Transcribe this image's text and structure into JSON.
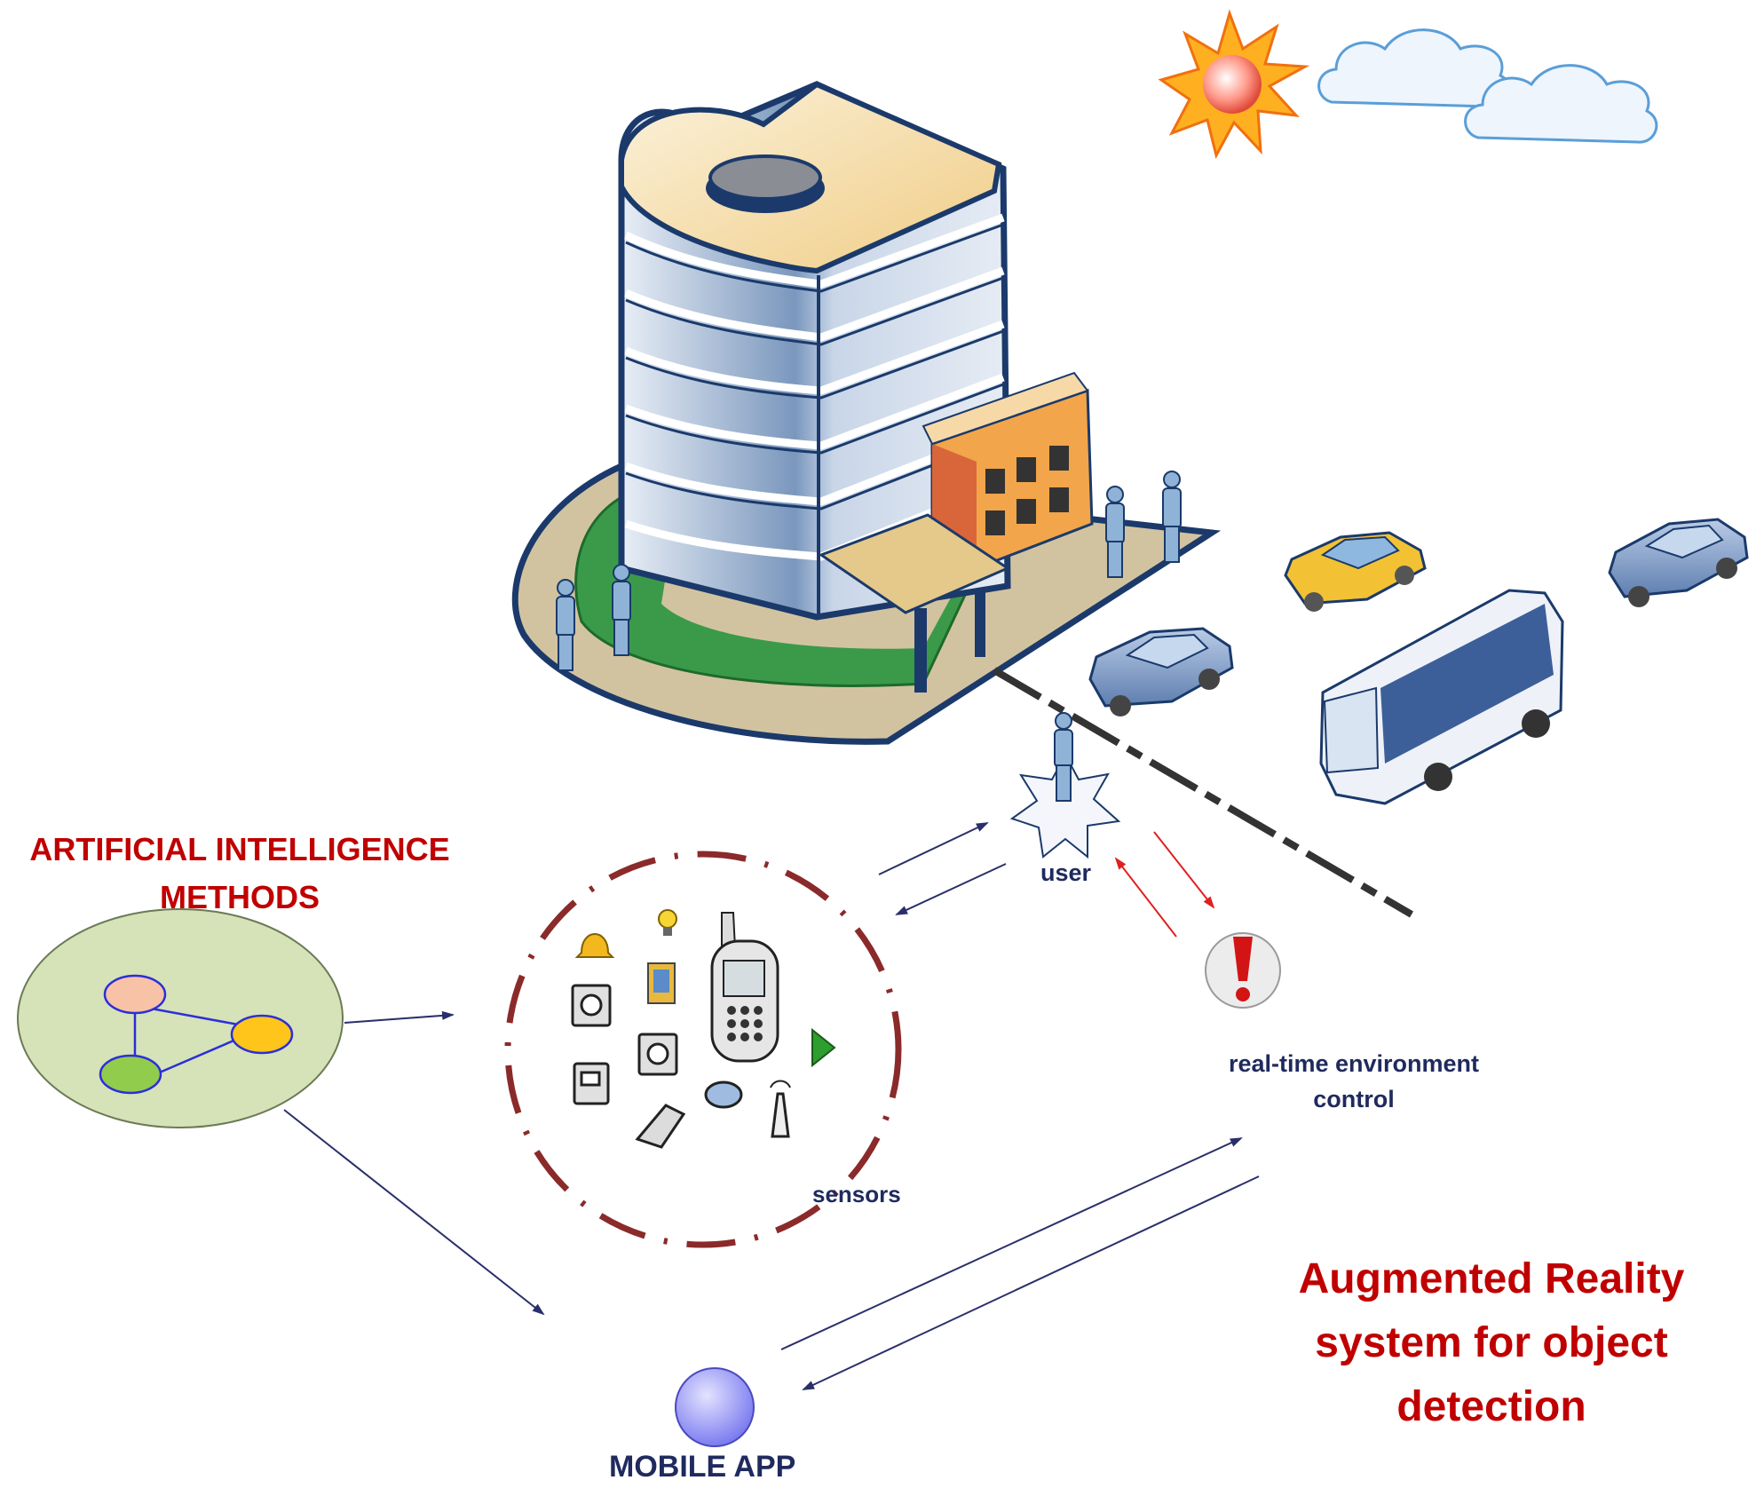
{
  "diagram": {
    "title": "Augmented Reality system for object detection",
    "title_lines": [
      "Augmented Reality",
      "system for object",
      "detection"
    ],
    "ai_methods_lines": [
      "ARTIFICIAL INTELLIGENCE",
      "METHODS"
    ],
    "user_label": "user",
    "sensors_label": "sensors",
    "control_lines": [
      "real-time environment",
      "control"
    ],
    "mobile_app_label": "MOBILE APP",
    "alert_mark": "!",
    "colors": {
      "title_red": "#c00000",
      "label_navy": "#1f2a5e",
      "arrow_navy": "#2a2f6b",
      "arrow_red": "#e02020",
      "sensor_ring": "#8b2a2a",
      "ai_ellipse": "#d6e2b8",
      "mobile_node": "#a9a9f5"
    },
    "icons": [
      "building-icon",
      "sun-icon",
      "cloud-icon",
      "car-icon",
      "taxi-icon",
      "bus-icon",
      "person-icon",
      "mobile-phone-icon",
      "bell-icon",
      "bulb-icon",
      "camera-icon",
      "antenna-icon",
      "alert-icon",
      "graph-node-icon"
    ]
  }
}
